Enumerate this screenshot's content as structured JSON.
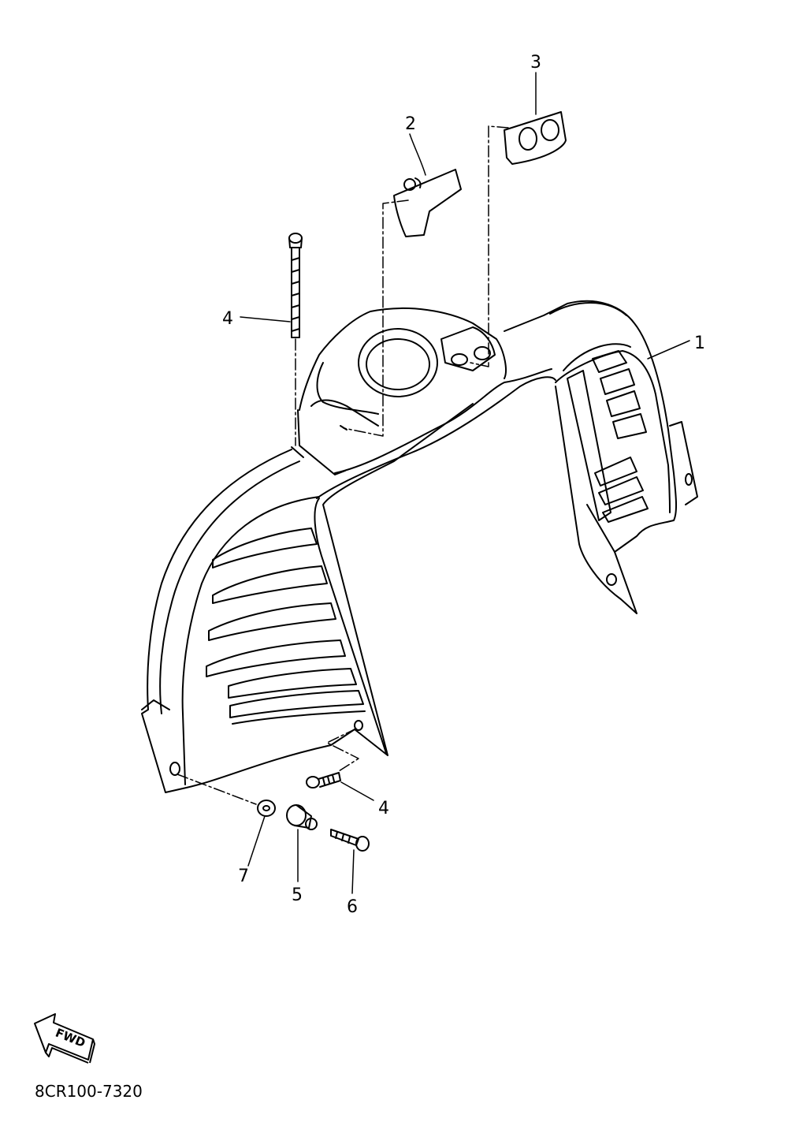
{
  "diagram": {
    "callouts": {
      "part_1": "1",
      "part_2": "2",
      "part_3": "3",
      "part_4_top": "4",
      "part_4_bottom": "4",
      "part_5": "5",
      "part_6": "6",
      "part_7": "7"
    },
    "direction_label": "FWD",
    "diagram_code": "8CR100-7320",
    "colors": {
      "line": "#000000",
      "background": "#ffffff"
    }
  }
}
